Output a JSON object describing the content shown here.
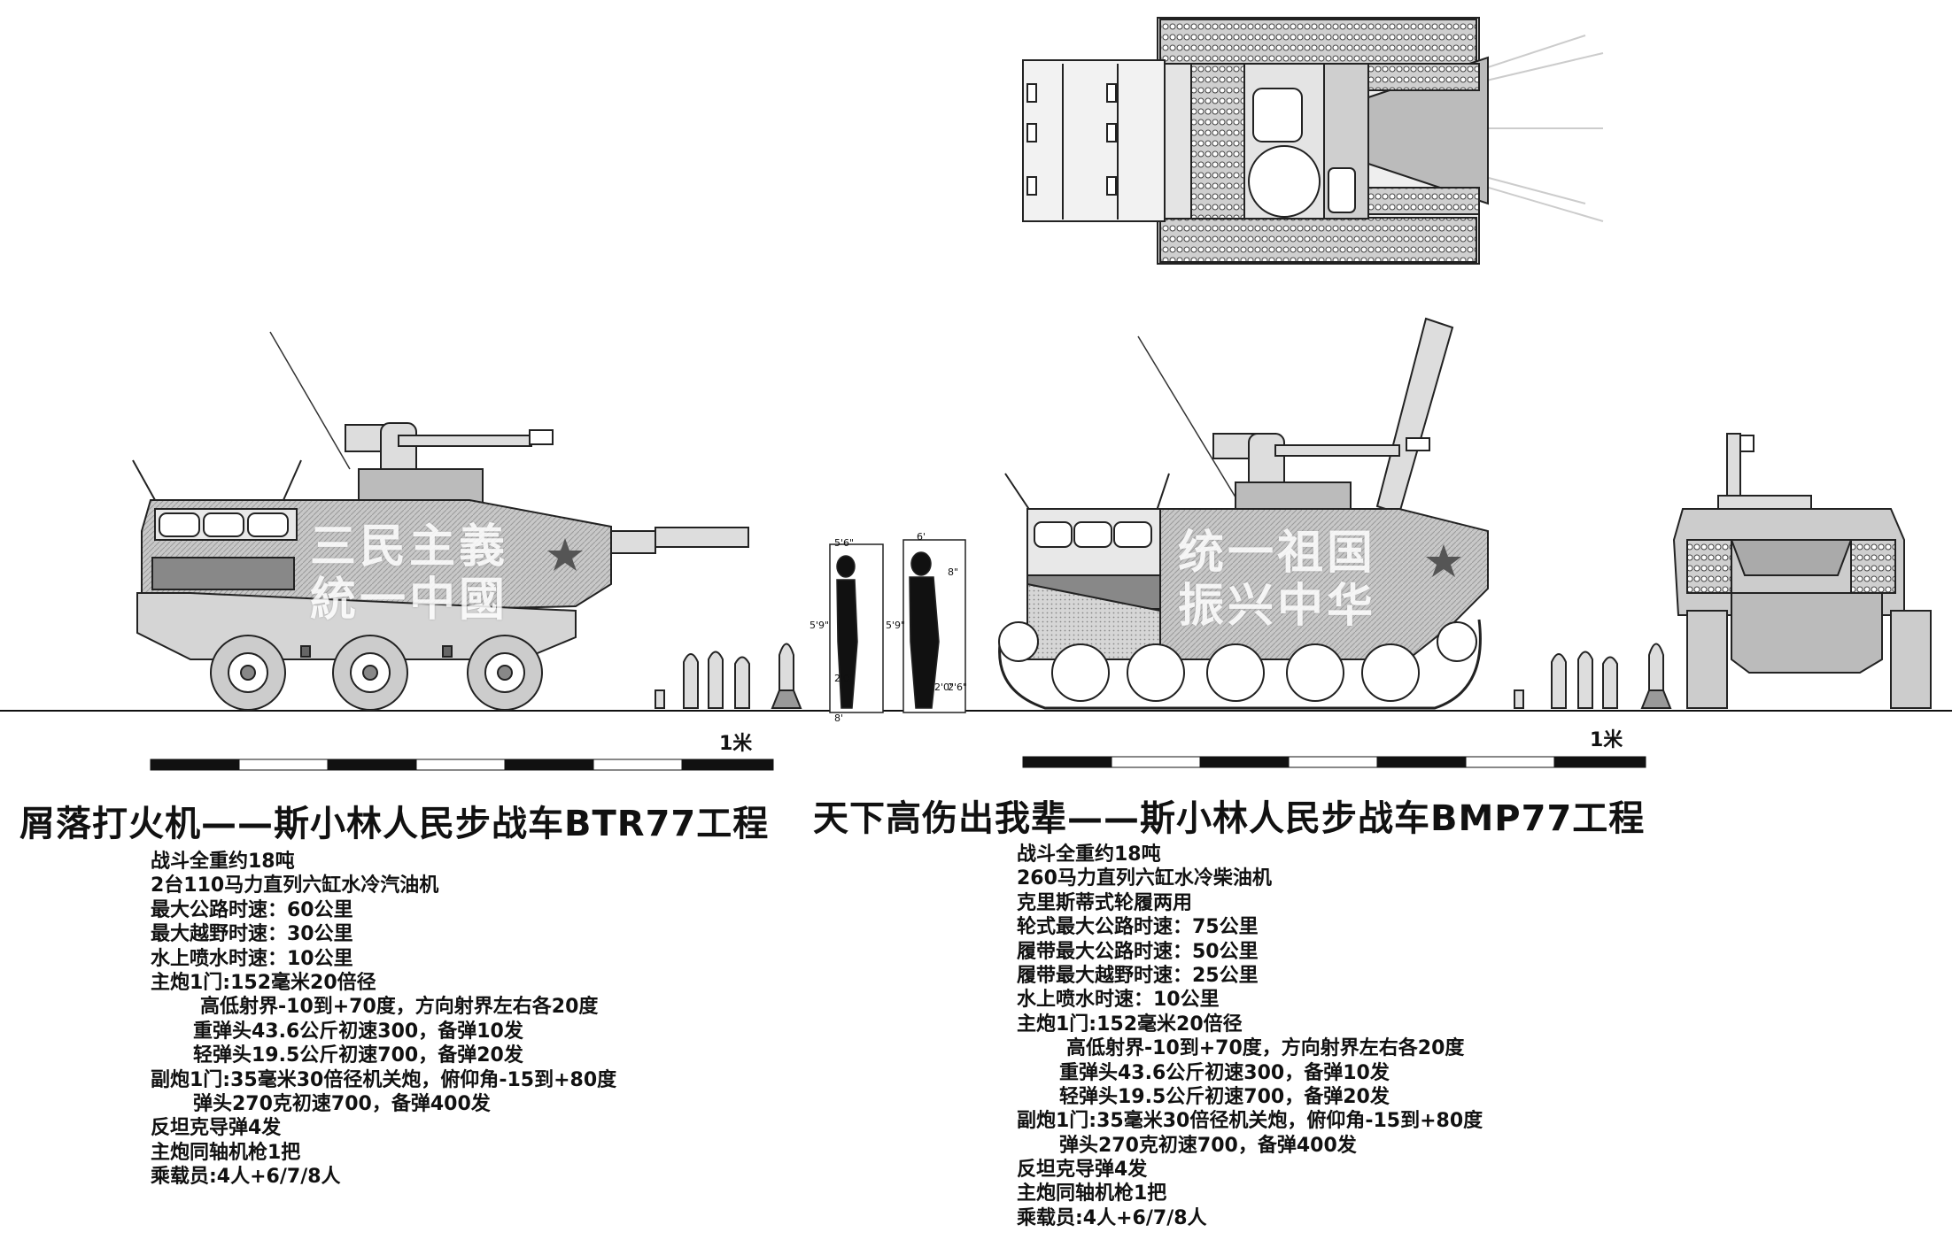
{
  "scale": {
    "label": "1米"
  },
  "btr": {
    "title": "屑落打火机——斯小林人民步战车BTR77工程",
    "slogan": [
      "三民主義",
      "統一中國"
    ],
    "specs": [
      {
        "text": "战斗全重约18吨",
        "indent": 0
      },
      {
        "text": "2台110马力直列六缸水冷汽油机",
        "indent": 0
      },
      {
        "text": "最大公路时速：60公里",
        "indent": 0
      },
      {
        "text": "最大越野时速：30公里",
        "indent": 0
      },
      {
        "text": "水上喷水时速：10公里",
        "indent": 0
      },
      {
        "text": "主炮1门:152毫米20倍径",
        "indent": 0
      },
      {
        "text": "高低射界-10到+70度，方向射界左右各20度",
        "indent": 1
      },
      {
        "text": "重弹头43.6公斤初速300，备弹10发",
        "indent": 2
      },
      {
        "text": "轻弹头19.5公斤初速700，备弹20发",
        "indent": 2
      },
      {
        "text": "副炮1门:35毫米30倍径机关炮，俯仰角-15到+80度",
        "indent": 0
      },
      {
        "text": "弹头270克初速700，备弹400发",
        "indent": 2
      },
      {
        "text": "反坦克导弹4发",
        "indent": 0
      },
      {
        "text": "主炮同轴机枪1把",
        "indent": 0
      },
      {
        "text": "乘载员:4人+6/7/8人",
        "indent": 0
      }
    ]
  },
  "bmp": {
    "title": "天下高伤出我辈——斯小林人民步战车BMP77工程",
    "slogan": [
      "统一祖国",
      "振兴中华"
    ],
    "specs": [
      {
        "text": "战斗全重约18吨",
        "indent": 0
      },
      {
        "text": "260马力直列六缸水冷柴油机",
        "indent": 0
      },
      {
        "text": "克里斯蒂式轮履两用",
        "indent": 0
      },
      {
        "text": "轮式最大公路时速：75公里",
        "indent": 0
      },
      {
        "text": "履带最大公路时速：50公里",
        "indent": 0
      },
      {
        "text": "履带最大越野时速：25公里",
        "indent": 0
      },
      {
        "text": "水上喷水时速：10公里",
        "indent": 0
      },
      {
        "text": "主炮1门:152毫米20倍径",
        "indent": 0
      },
      {
        "text": "高低射界-10到+70度，方向射界左右各20度",
        "indent": 1
      },
      {
        "text": "重弹头43.6公斤初速300，备弹10发",
        "indent": 2
      },
      {
        "text": "轻弹头19.5公斤初速700，备弹20发",
        "indent": 2
      },
      {
        "text": "副炮1门:35毫米30倍径机关炮，俯仰角-15到+80度",
        "indent": 0
      },
      {
        "text": "弹头270克初速700，备弹400发",
        "indent": 2
      },
      {
        "text": "反坦克导弹4发",
        "indent": 0
      },
      {
        "text": "主炮同轴机枪1把",
        "indent": 0
      },
      {
        "text": "乘载员:4人+6/7/8人",
        "indent": 0
      }
    ]
  },
  "figures": {
    "dim_labels": [
      "5'6\"",
      "6'",
      "5'9\"",
      "2'0\"",
      "5'9\"",
      "2'0\"",
      "2'6\"",
      "8\"",
      "8'"
    ]
  }
}
